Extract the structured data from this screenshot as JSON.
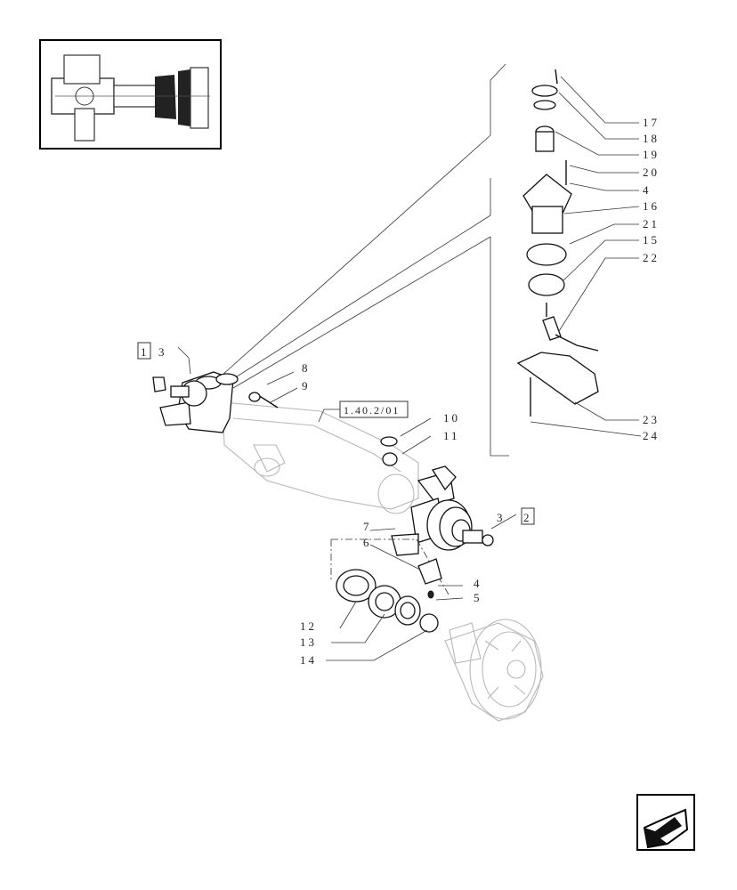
{
  "diagram": {
    "part_numbers": {
      "p1": "1",
      "p2": "2",
      "p3a": "3",
      "p3b": "3",
      "p4a": "4",
      "p4b": "4",
      "p5": "5",
      "p6": "6",
      "p7": "7",
      "p8": "8",
      "p9": "9",
      "p10": "10",
      "p11": "11",
      "p12": "12",
      "p13": "13",
      "p14": "14",
      "p15": "15",
      "p16": "16",
      "p17": "17",
      "p18": "18",
      "p19": "19",
      "p20": "20",
      "p21": "21",
      "p22": "22",
      "p23": "23",
      "p24": "24"
    },
    "reference_code": "1.40.2/01"
  },
  "navigation": {
    "next_icon": "arrow-left-down-icon"
  }
}
